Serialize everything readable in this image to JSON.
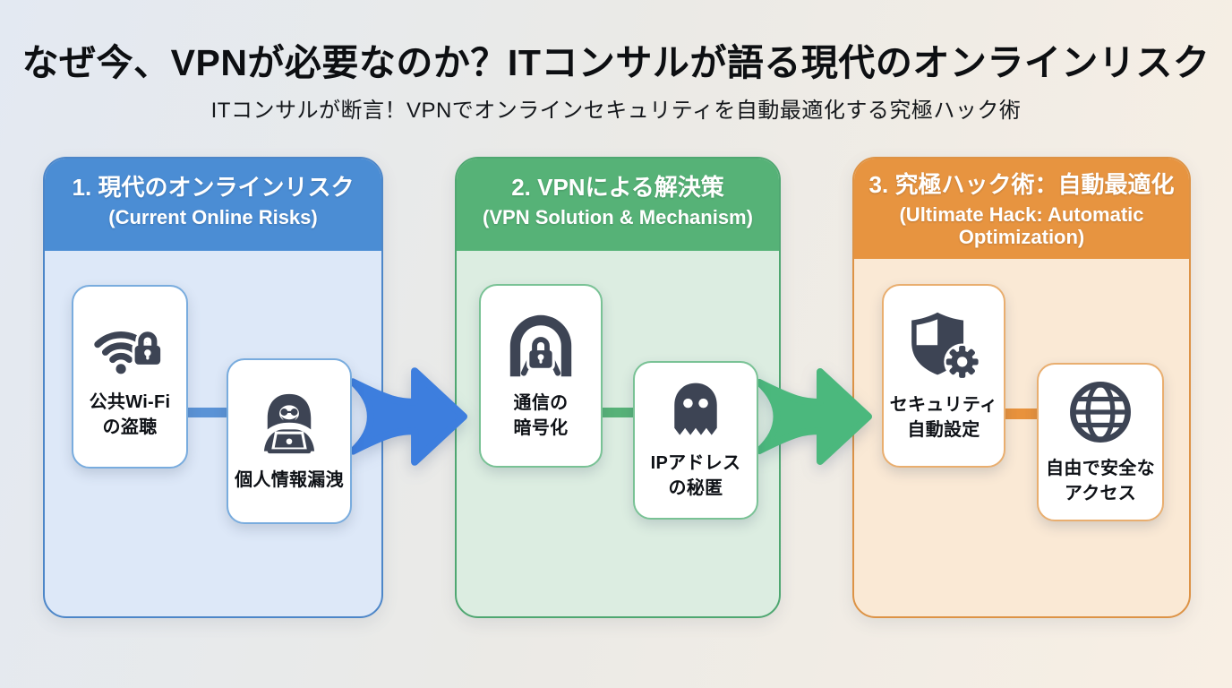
{
  "page": {
    "title": "なぜ今、VPNが必要なのか？ITコンサルが語る現代のオンラインリスク",
    "subtitle": "ITコンサルが断言！VPNでオンラインセキュリティを自動最適化する究極ハック術"
  },
  "panels": [
    {
      "number_title": "1. 現代のオンラインリスク",
      "subtitle_en": "(Current Online Risks)",
      "colors": {
        "header_bg": "#4B8DD4",
        "body_bg": "#DDE8F8",
        "border": "#4D86C8",
        "connector": "#5B93D6",
        "card_border": "#79ACDE"
      },
      "cards": [
        {
          "icon": "wifi-lock-icon",
          "label": "公共Wi-Fi\nの盗聴"
        },
        {
          "icon": "hacker-icon",
          "label": "個人情報漏洩"
        }
      ]
    },
    {
      "number_title": "2. VPNによる解決策",
      "subtitle_en": "(VPN Solution & Mechanism)",
      "colors": {
        "header_bg": "#56B277",
        "body_bg": "#DCEDE1",
        "border": "#4FA771",
        "connector": "#57B278",
        "card_border": "#79C295"
      },
      "cards": [
        {
          "icon": "tunnel-lock-icon",
          "label": "通信の\n暗号化"
        },
        {
          "icon": "ghost-icon",
          "label": "IPアドレス\nの秘匿"
        }
      ]
    },
    {
      "number_title": "3. 究極ハック術：自動最適化",
      "subtitle_en": "(Ultimate Hack: Automatic Optimization)",
      "colors": {
        "header_bg": "#E79440",
        "body_bg": "#FAE9D5",
        "border": "#DD9346",
        "connector": "#E8923C",
        "card_border": "#E9AE6F"
      },
      "cards": [
        {
          "icon": "shield-gear-icon",
          "label": "セキュリティ\n自動設定"
        },
        {
          "icon": "globe-icon",
          "label": "自由で安全な\nアクセス"
        }
      ]
    }
  ],
  "arrows": [
    {
      "name": "arrow-risks-to-solution",
      "color": "#3D7EDE"
    },
    {
      "name": "arrow-solution-to-hack",
      "color": "#4BB87D"
    }
  ],
  "icon_color": "#3D4454"
}
